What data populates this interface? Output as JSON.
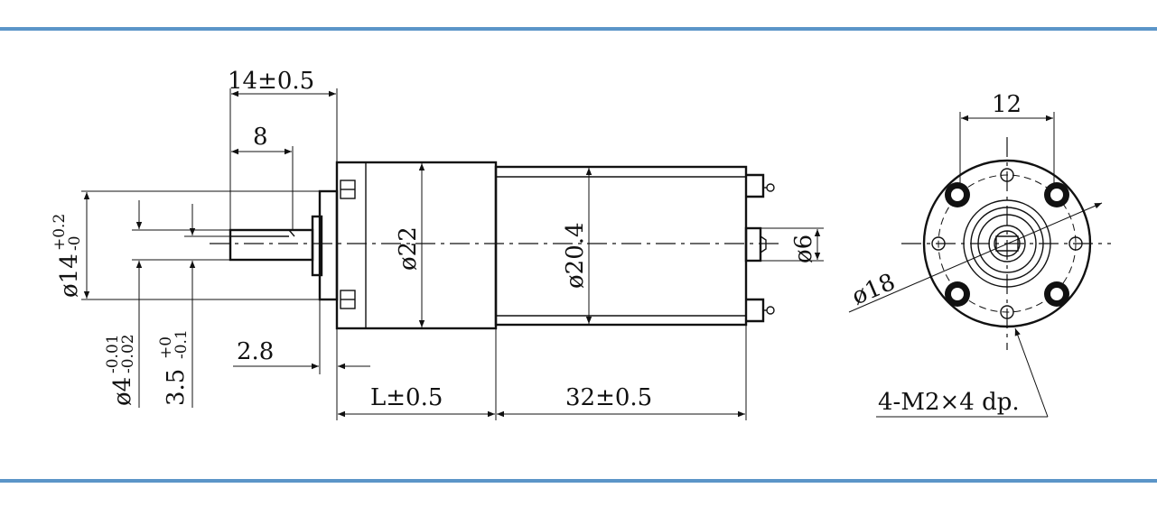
{
  "colors": {
    "rule": "#5b95c8",
    "line": "#111111",
    "background": "#ffffff"
  },
  "side_view": {
    "dim_shaft_total": "14±0.5",
    "dim_shaft_len": "8",
    "dim_flange": "2.8",
    "dim_gearbox_len": "L±0.5",
    "dim_motor_len": "32±0.5",
    "dia_gearbox": "ø22",
    "dia_motor": "ø20.4",
    "dia_boss": "ø6",
    "dia_pilot_main": "ø14",
    "dia_pilot_tol_upper": "+0.2",
    "dia_pilot_tol_lower": "-0",
    "dia_shaft_main": "ø4",
    "dia_shaft_tol_upper": "-0.01",
    "dia_shaft_tol_lower": "-0.02",
    "flat_main": "3.5",
    "flat_tol_upper": "+0",
    "flat_tol_lower": "-0.1"
  },
  "end_view": {
    "dim_hole_spacing": "12",
    "dia_pcd": "ø18",
    "holes_note": "4-M2×4 dp."
  }
}
